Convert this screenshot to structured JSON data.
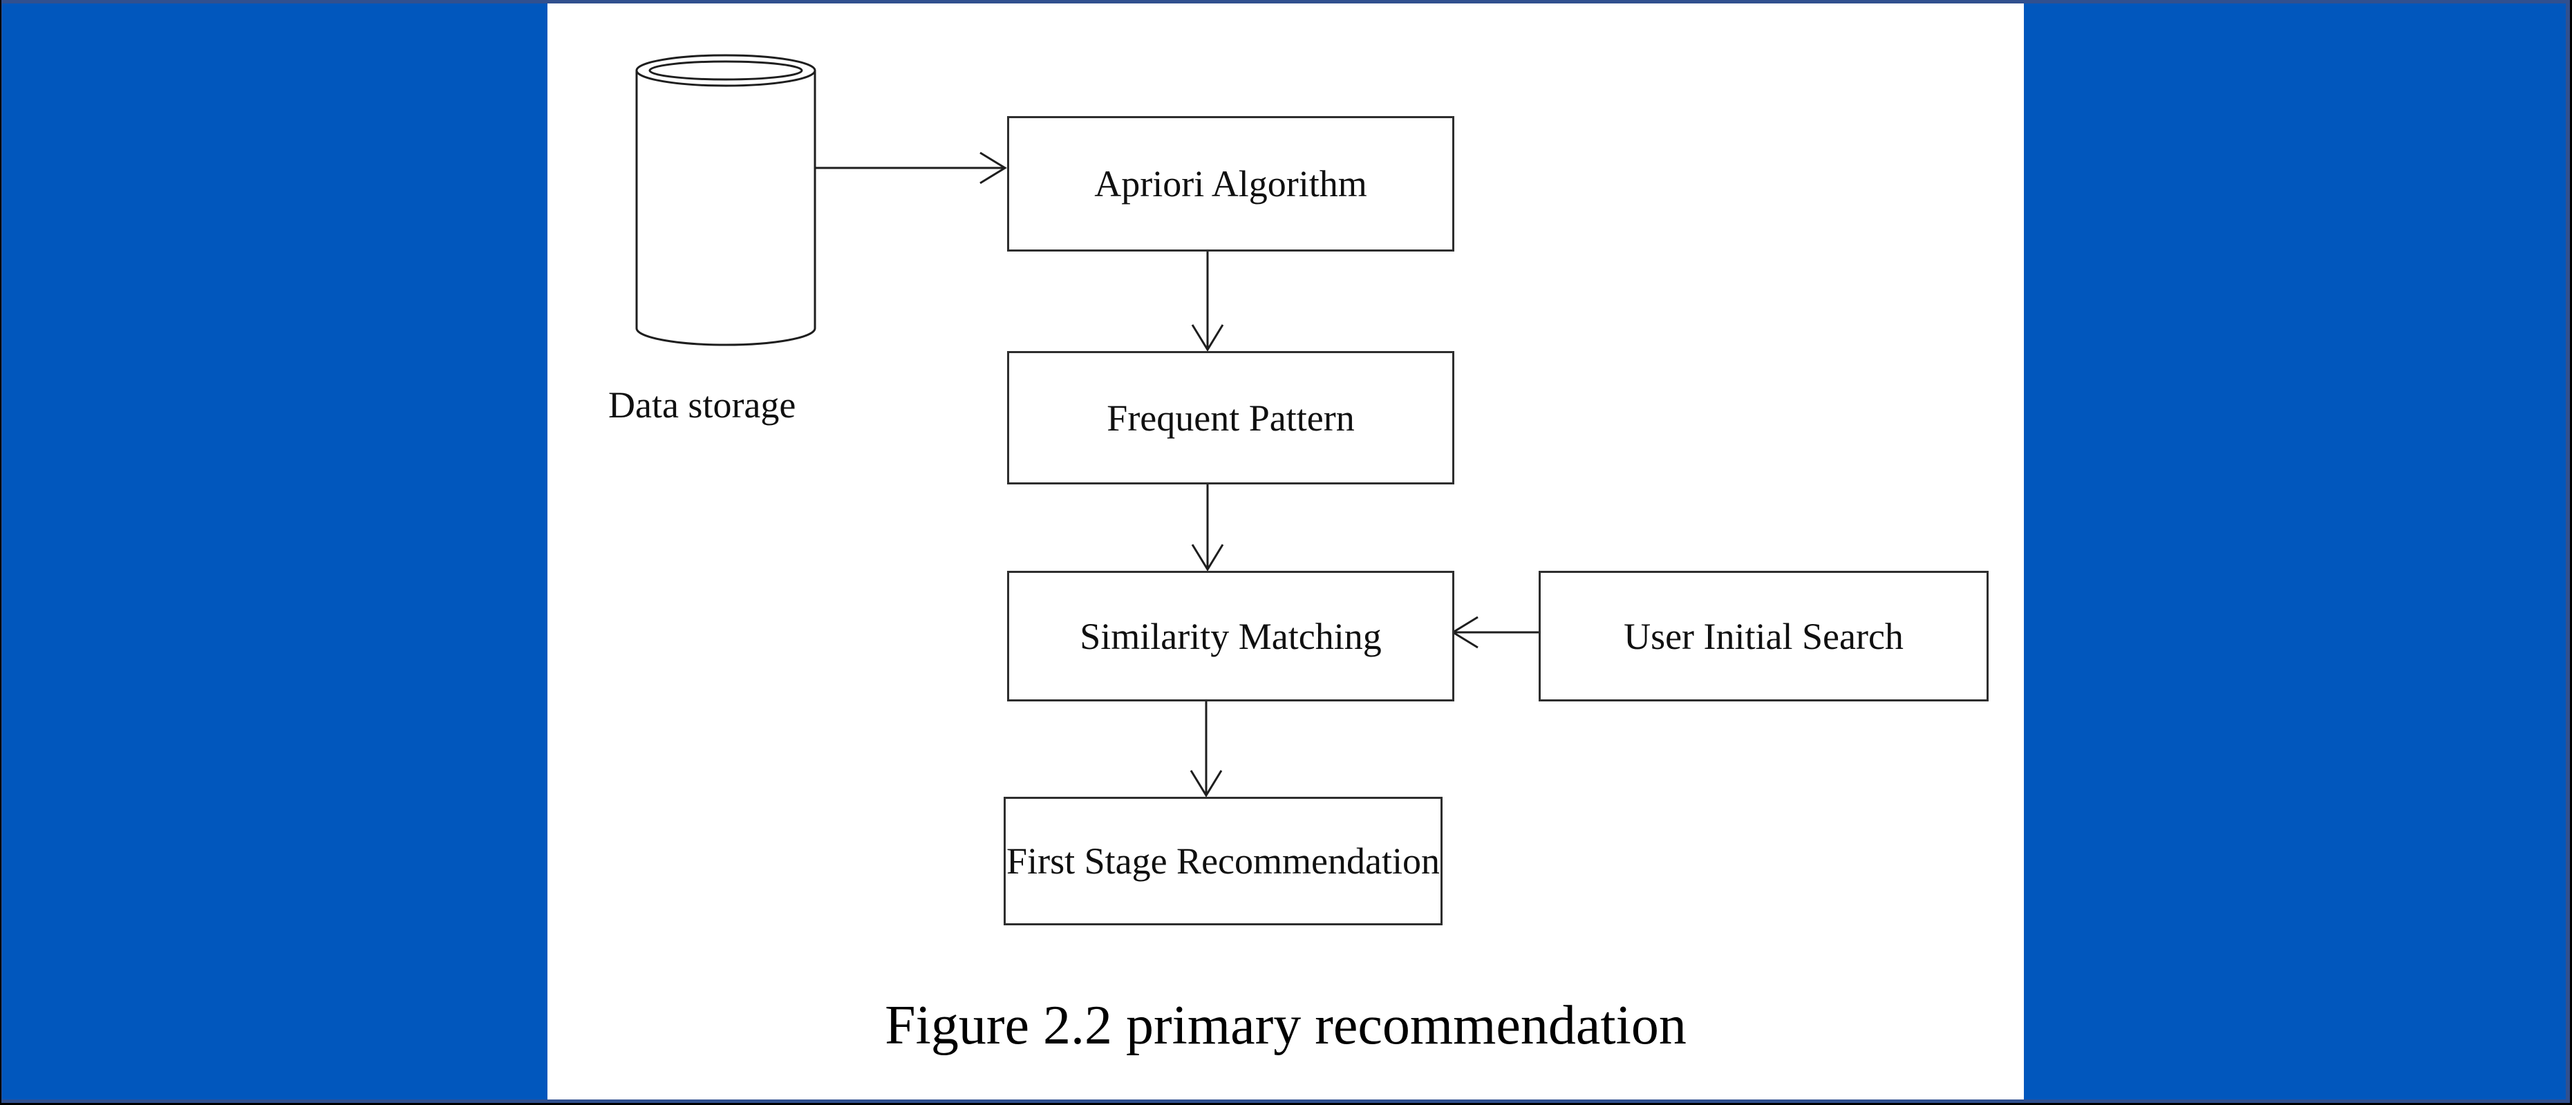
{
  "viewer": {
    "outer_border_color": "#000000",
    "frame_color": "#31508F",
    "side_band_color": "#0157BD",
    "canvas_color": "#FFFFFF"
  },
  "diagram": {
    "caption": "Figure 2.2 primary recommendation",
    "nodes": [
      {
        "id": "data-storage",
        "shape": "cylinder",
        "label": "Data storage"
      },
      {
        "id": "apriori-algorithm",
        "shape": "rect",
        "label": "Apriori Algorithm"
      },
      {
        "id": "frequent-pattern",
        "shape": "rect",
        "label": "Frequent Pattern"
      },
      {
        "id": "similarity-matching",
        "shape": "rect",
        "label": "Similarity Matching"
      },
      {
        "id": "user-initial-search",
        "shape": "rect",
        "label": "User Initial Search"
      },
      {
        "id": "first-stage-recommendation",
        "shape": "rect",
        "label": "First Stage Recommendation"
      }
    ],
    "edges": [
      {
        "from": "data-storage",
        "to": "apriori-algorithm",
        "direction": "right"
      },
      {
        "from": "apriori-algorithm",
        "to": "frequent-pattern",
        "direction": "down"
      },
      {
        "from": "frequent-pattern",
        "to": "similarity-matching",
        "direction": "down"
      },
      {
        "from": "user-initial-search",
        "to": "similarity-matching",
        "direction": "left"
      },
      {
        "from": "similarity-matching",
        "to": "first-stage-recommendation",
        "direction": "down"
      }
    ]
  }
}
